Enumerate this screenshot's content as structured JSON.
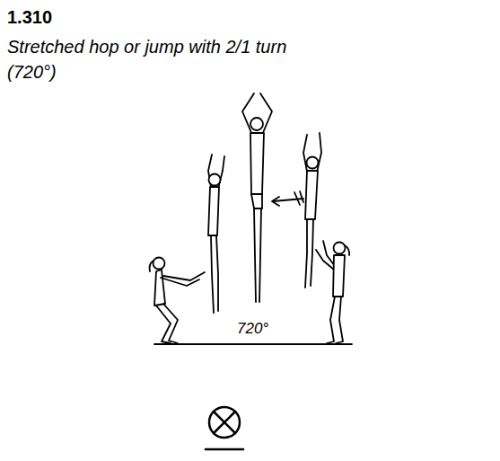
{
  "diagram": {
    "title": "1.310",
    "labels": [
      "Stretched hop or jump with 2/1 turn (720°)",
      "720°"
    ]
  }
}
